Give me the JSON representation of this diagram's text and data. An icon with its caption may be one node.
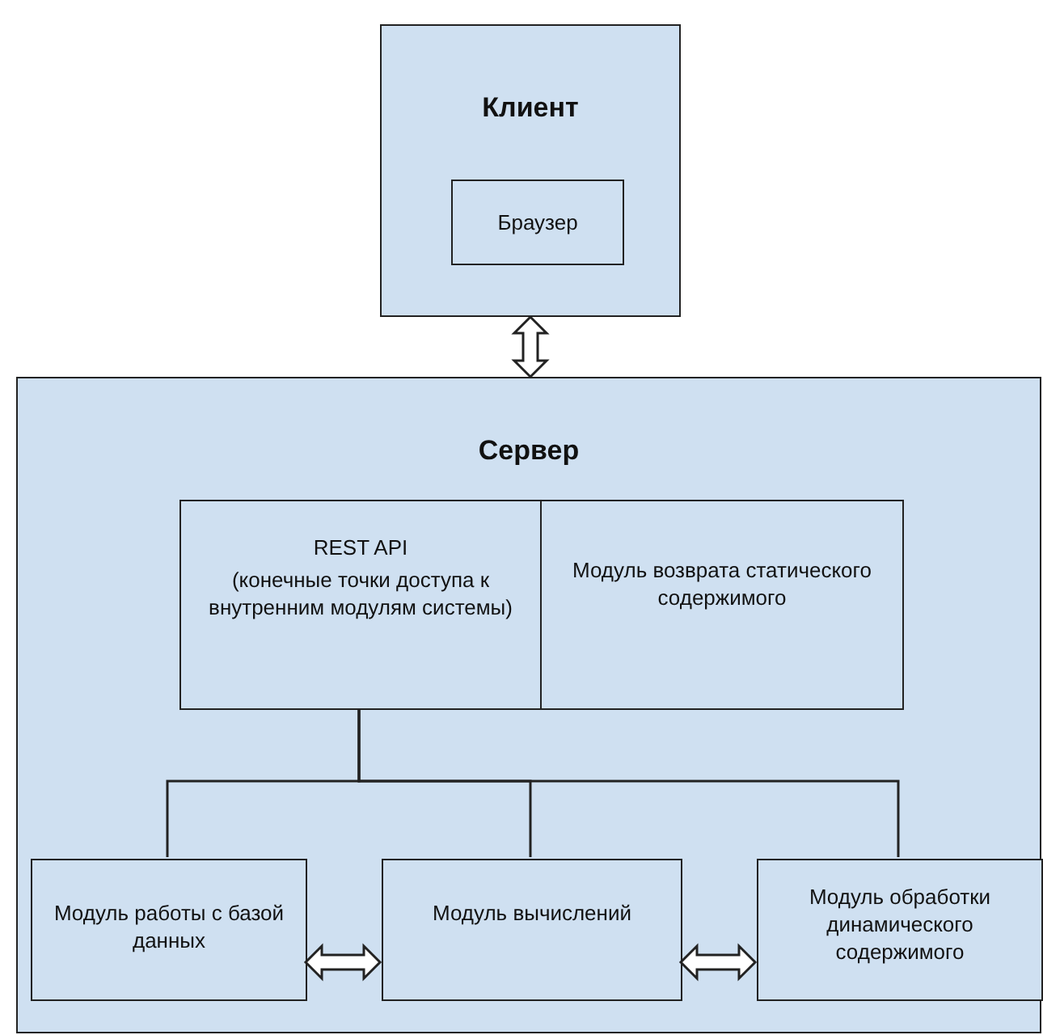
{
  "diagram": {
    "nodes": [
      {
        "text": [
          "Клиент"
        ]
      },
      {
        "text": [
          "Браузер"
        ],
        "in": 0
      },
      {
        "text": [
          "Сервер"
        ]
      },
      {
        "text": [
          "REST API",
          "(конечные точки доступа к внутренним модулям системы)"
        ],
        "in": 2
      },
      {
        "text": [
          "Модуль возврата статического содержимого"
        ],
        "in": 2
      },
      {
        "text": [
          "Модуль работы с базой данных"
        ],
        "in": 2
      },
      {
        "text": [
          "Модуль вычислений"
        ],
        "in": 2
      },
      {
        "text": [
          "Модуль обработки динамического содержимого"
        ],
        "in": 2
      }
    ],
    "edges": [
      {
        "from": 0,
        "to": 2,
        "arrow": "both",
        "style": "thick"
      },
      {
        "from": 3,
        "to": 5,
        "arrow": "none"
      },
      {
        "from": 3,
        "to": 6,
        "arrow": "none"
      },
      {
        "from": 3,
        "to": 7,
        "arrow": "none"
      },
      {
        "from": 5,
        "to": 6,
        "arrow": "both",
        "style": "thick"
      },
      {
        "from": 6,
        "to": 7,
        "arrow": "both",
        "style": "thick"
      }
    ]
  }
}
